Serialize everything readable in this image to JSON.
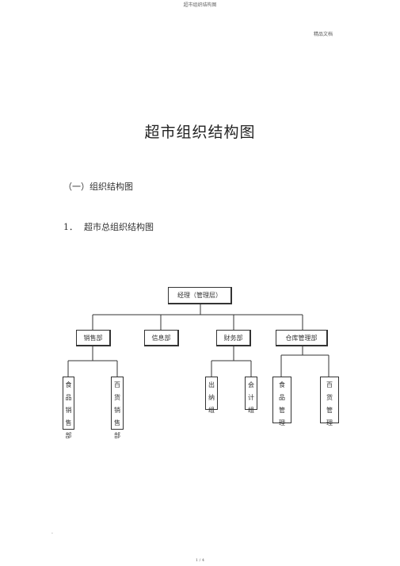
{
  "header": {
    "title": "超市组织结构图",
    "corner_tag": "精品文档"
  },
  "document": {
    "title": "超市组织结构图",
    "section": "（一）组织结构图",
    "subsection_num": "1．",
    "subsection_title": "超市总组织结构图"
  },
  "org_chart": {
    "root": "经理（管理层）",
    "departments": [
      "销售部",
      "信息部",
      "财务部",
      "仓库管理部"
    ],
    "sales_units": [
      {
        "label": "食品销售部",
        "chars": [
          "食",
          "品",
          "销",
          "售",
          "部"
        ]
      },
      {
        "label": "百货销售部",
        "chars": [
          "百",
          "货",
          "销",
          "售",
          "部"
        ]
      }
    ],
    "finance_units": [
      {
        "label": "出纳组",
        "chars": [
          "出",
          "纳",
          "组"
        ]
      },
      {
        "label": "会计组",
        "chars": [
          "会",
          "计",
          "组"
        ]
      }
    ],
    "warehouse_units": [
      {
        "label": "食品管理",
        "chars": [
          "食",
          "品",
          "管",
          "理"
        ]
      },
      {
        "label": "百货管理",
        "chars": [
          "百",
          "货",
          "管",
          "理"
        ]
      }
    ]
  },
  "footer": {
    "page_number": "1 / 4",
    "mark": "."
  }
}
